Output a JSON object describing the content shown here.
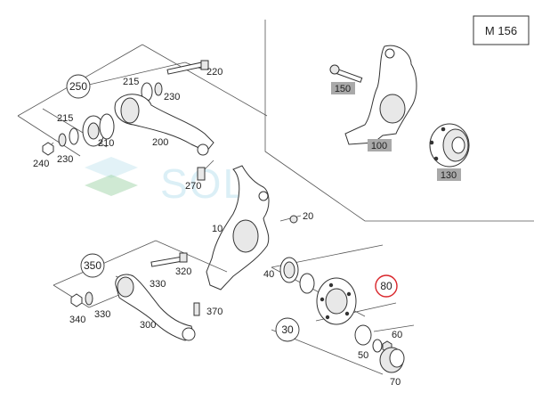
{
  "model_box": {
    "text": "M 156"
  },
  "watermark": {
    "text": "SOL"
  },
  "labels": {
    "l250": "250",
    "l220": "220",
    "l215a": "215",
    "l230a": "230",
    "l215b": "215",
    "l210": "210",
    "l200": "200",
    "l240": "240",
    "l230b": "230",
    "l270": "270",
    "l20": "20",
    "l10": "10",
    "l350": "350",
    "l320": "320",
    "l330a": "330",
    "l340": "340",
    "l330b": "330",
    "l300": "300",
    "l370": "370",
    "l40": "40",
    "l80": "80",
    "l30": "30",
    "l60": "60",
    "l50": "50",
    "l70": "70",
    "l150": "150",
    "l100": "100",
    "l130": "130"
  },
  "highlight_color": "#d9262b",
  "inset_tag_color": "#a9a9a9"
}
